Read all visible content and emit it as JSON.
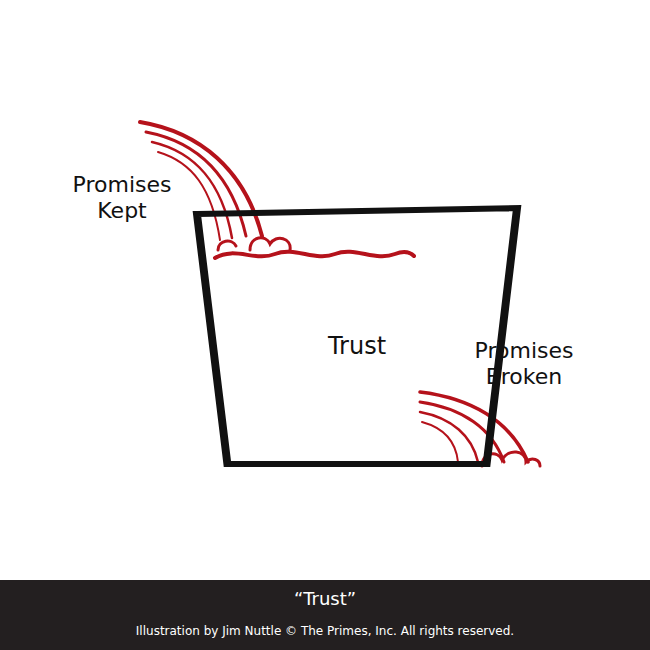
{
  "diagram": {
    "title": "“Trust”",
    "caption": "Illustration by Jim Nuttle © The Primes, Inc. All rights reserved.",
    "nodes": [
      {
        "text": [
          "Trust"
        ]
      }
    ],
    "labels": [
      "Promises Kept",
      "Promises Broken"
    ]
  }
}
